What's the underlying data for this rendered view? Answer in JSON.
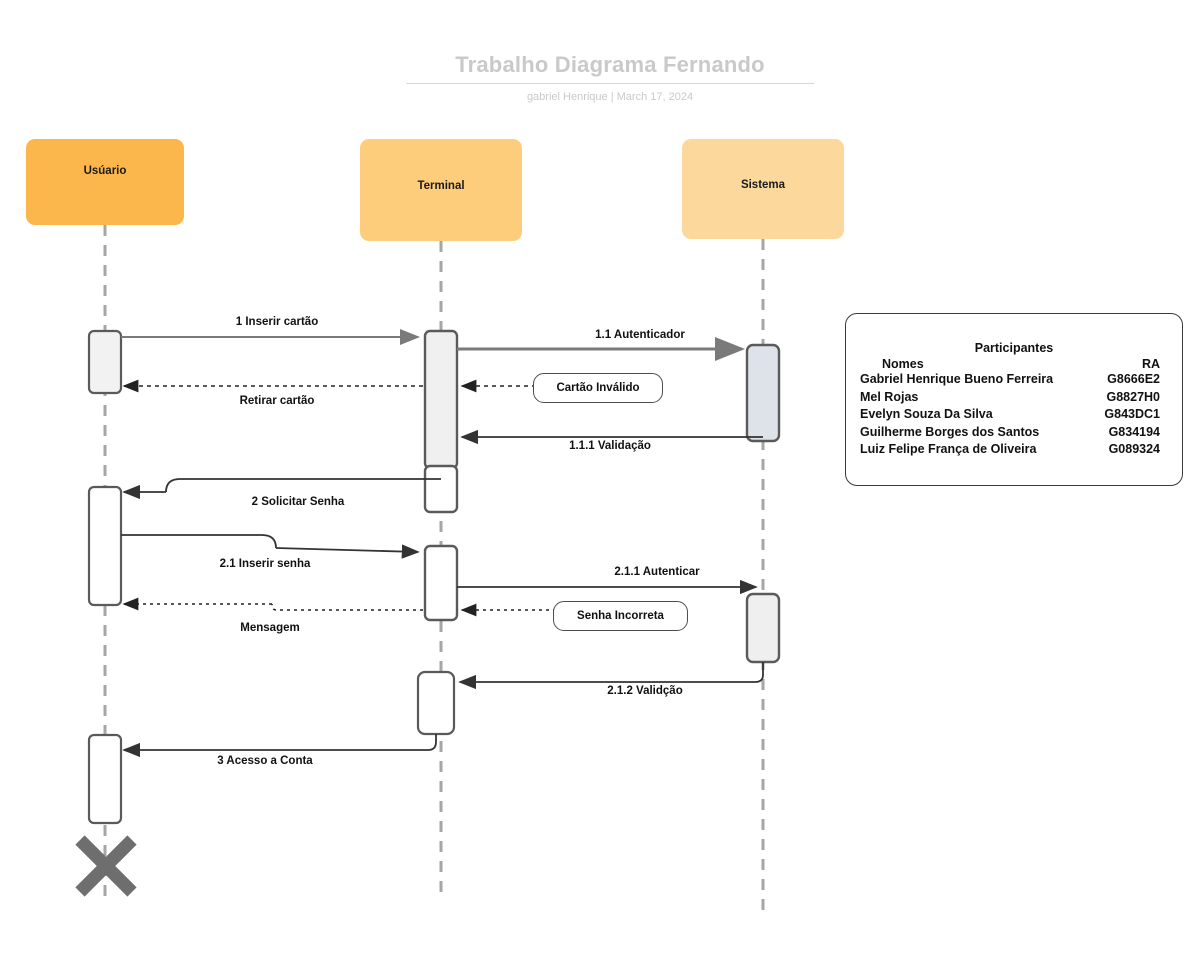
{
  "header": {
    "title": "Trabalho Diagrama Fernando",
    "subtitle": "gabriel Henrique  |  March 17, 2024",
    "author": "gabriel Henrique",
    "date": "March 17, 2024"
  },
  "colors": {
    "usuario": "#FCB74C",
    "terminal": "#FDCD7C",
    "sistema": "#FCD89C",
    "lifeline": "#a6a6a6",
    "activation_terminal": "#F0F0F0",
    "activation_sistema": "#DDE3E8",
    "activation_border": "#5a5a5a",
    "arrow": "#333333",
    "title_gray": "#c9c9c9",
    "terminator_x": "#6e6e6e"
  },
  "lifelines": [
    {
      "id": "usuario",
      "label": "Usúario"
    },
    {
      "id": "terminal",
      "label": "Terminal"
    },
    {
      "id": "sistema",
      "label": "Sistema"
    }
  ],
  "messages": [
    {
      "id": "m1",
      "label": "1 Inserir cartão",
      "from": "usuario",
      "to": "terminal",
      "kind": "call"
    },
    {
      "id": "m11",
      "label": "1.1 Autenticador",
      "from": "terminal",
      "to": "sistema",
      "kind": "call"
    },
    {
      "id": "m1r",
      "label": "Retirar cartão",
      "from": "terminal",
      "to": "usuario",
      "kind": "return"
    },
    {
      "id": "m111",
      "label": "1.1.1 Validação",
      "from": "sistema",
      "to": "terminal",
      "kind": "call"
    },
    {
      "id": "m2",
      "label": "2 Solicitar Senha",
      "from": "terminal",
      "to": "usuario",
      "kind": "call"
    },
    {
      "id": "m21",
      "label": "2.1 Inserir senha",
      "from": "usuario",
      "to": "terminal",
      "kind": "call"
    },
    {
      "id": "m211",
      "label": "2.1.1 Autenticar",
      "from": "terminal",
      "to": "sistema",
      "kind": "call"
    },
    {
      "id": "m2r",
      "label": "Mensagem",
      "from": "terminal",
      "to": "usuario",
      "kind": "return"
    },
    {
      "id": "m212",
      "label": "2.1.2 Validção",
      "from": "sistema",
      "to": "terminal",
      "kind": "call"
    },
    {
      "id": "m3",
      "label": "3 Acesso a Conta",
      "from": "terminal",
      "to": "usuario",
      "kind": "call"
    }
  ],
  "notes": [
    {
      "id": "n1",
      "text": "Cartão Inválido"
    },
    {
      "id": "n2",
      "text": "Senha Incorreta"
    }
  ],
  "participants_panel": {
    "title": "Participantes",
    "columns": {
      "name": "Nomes",
      "ra": "RA"
    },
    "rows": [
      {
        "name": "Gabriel Henrique Bueno Ferreira",
        "ra": "G8666E2"
      },
      {
        "name": "Mel Rojas",
        "ra": "G8827H0"
      },
      {
        "name": "Evelyn Souza Da Silva",
        "ra": "G843DC1"
      },
      {
        "name": "Guilherme Borges dos Santos",
        "ra": "G834194"
      },
      {
        "name": "Luiz Felipe França de Oliveira",
        "ra": "G089324"
      }
    ]
  },
  "terminator": {
    "symbol": "X",
    "lifeline": "usuario"
  }
}
